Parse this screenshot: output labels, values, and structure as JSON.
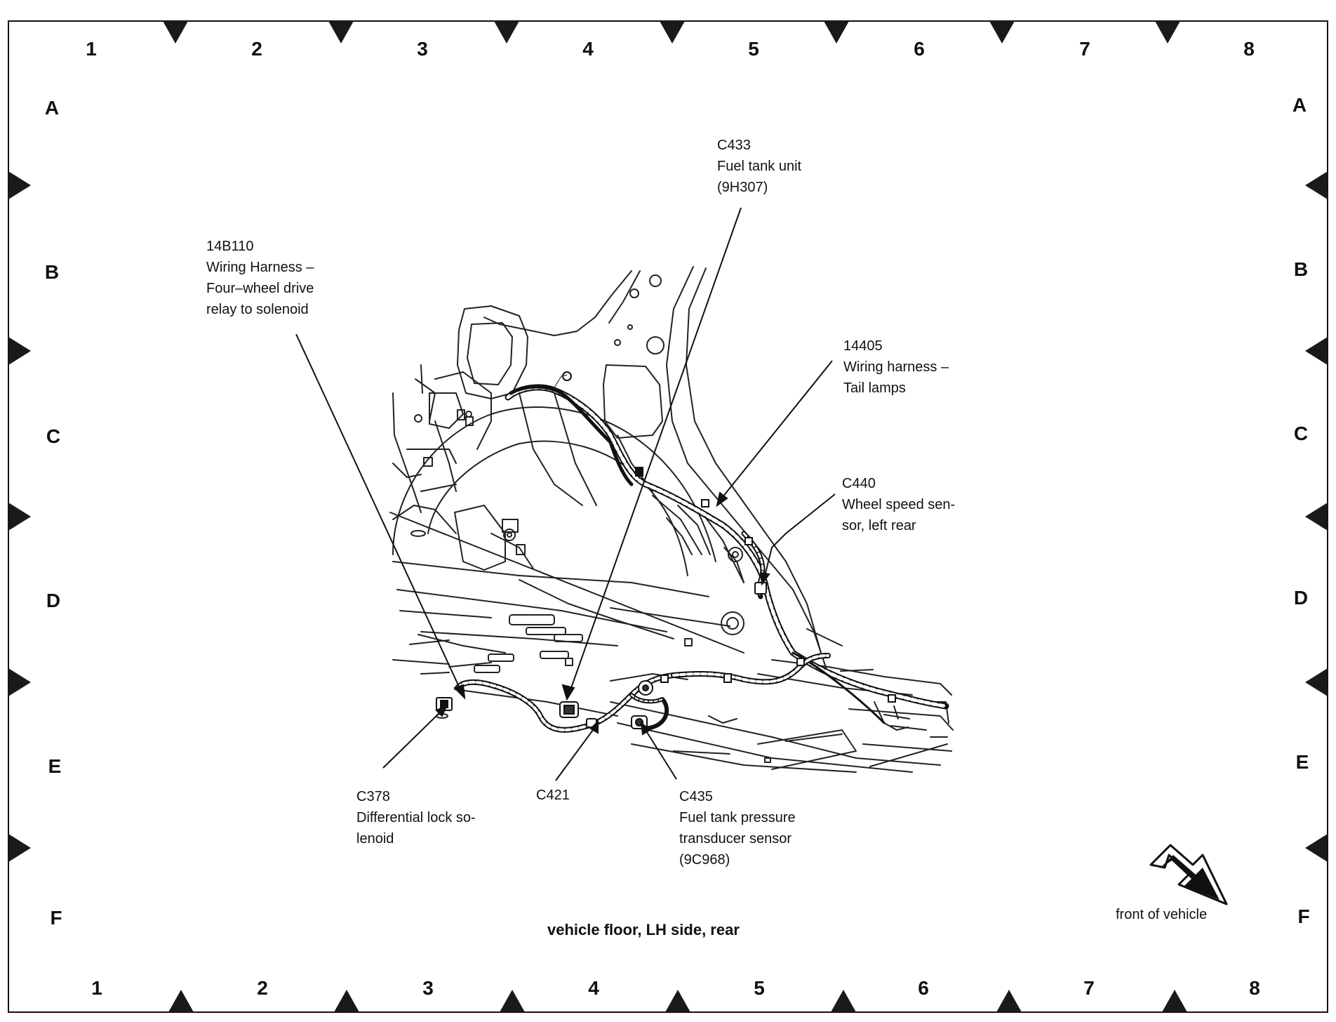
{
  "grid": {
    "columns": [
      "1",
      "2",
      "3",
      "4",
      "5",
      "6",
      "7",
      "8"
    ],
    "rows": [
      "A",
      "B",
      "C",
      "D",
      "E",
      "F"
    ]
  },
  "callouts": {
    "c433": {
      "id": "C433",
      "line1": "Fuel tank unit",
      "line2": "(9H307)"
    },
    "h14b110": {
      "id": "14B110",
      "line1": "Wiring Harness –",
      "line2": "Four–wheel drive",
      "line3": "relay to solenoid"
    },
    "h14405": {
      "id": "14405",
      "line1": "Wiring harness –",
      "line2": "Tail lamps"
    },
    "c440": {
      "id": "C440",
      "line1": "Wheel speed sen-",
      "line2": "sor, left rear"
    },
    "c378": {
      "id": "C378",
      "line1": "Differential lock so-",
      "line2": "lenoid"
    },
    "c421": {
      "id": "C421"
    },
    "c435": {
      "id": "C435",
      "line1": "Fuel tank pressure",
      "line2": "transducer sensor",
      "line3": "(9C968)"
    }
  },
  "caption": "vehicle floor, LH side, rear",
  "orientation": {
    "label": "front of vehicle"
  }
}
